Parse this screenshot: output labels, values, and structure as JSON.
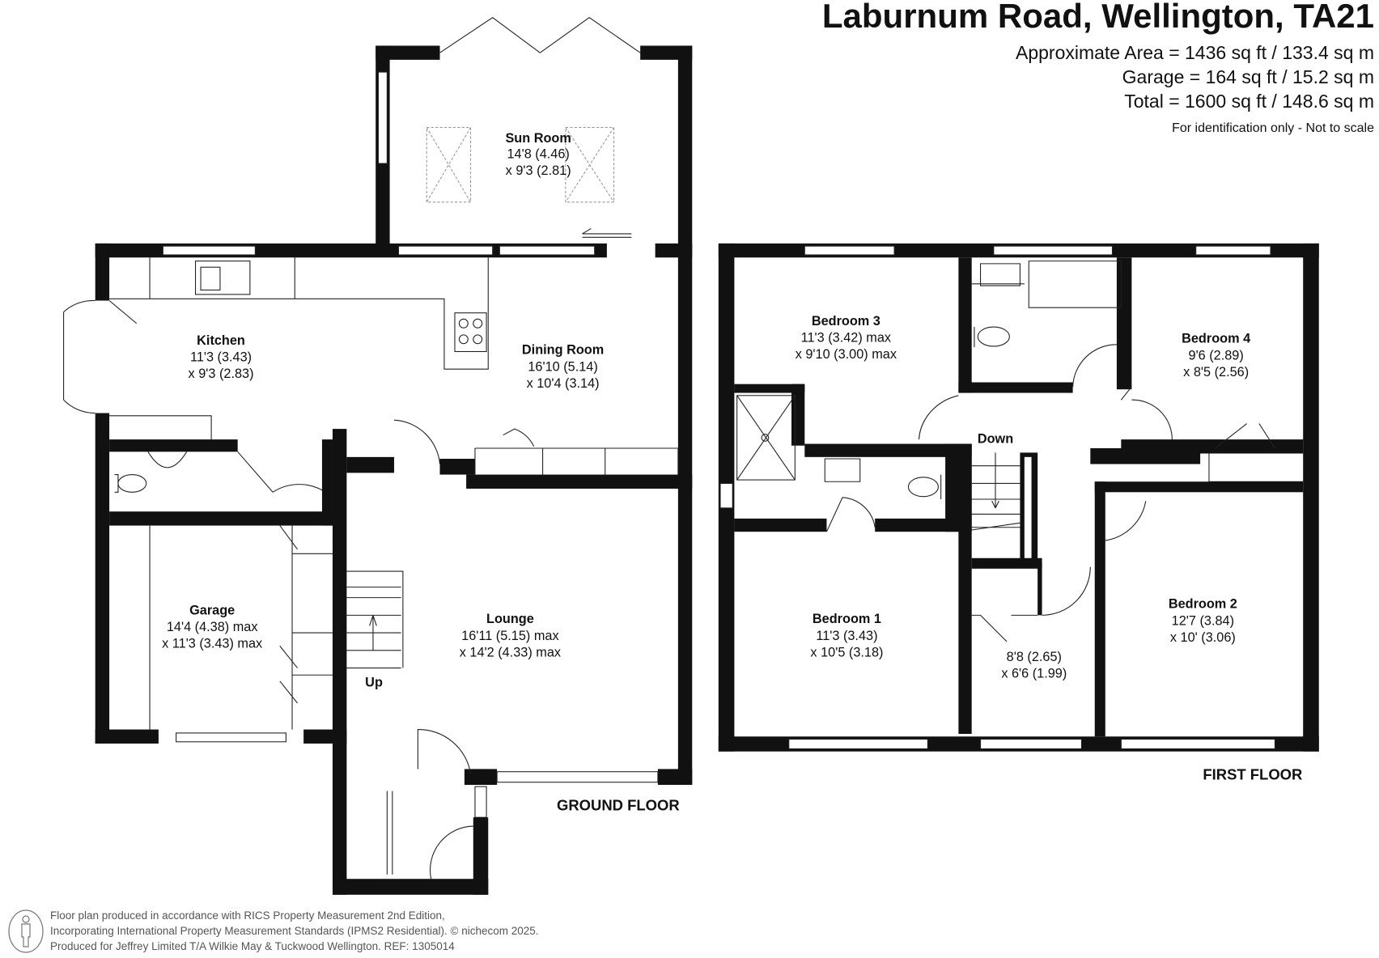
{
  "header": {
    "title": "Laburnum Road, Wellington, TA21",
    "approx_area": "Approximate Area = 1436 sq ft / 133.4 sq m",
    "garage_area": "Garage = 164 sq ft / 15.2 sq m",
    "total_area": "Total = 1600 sq ft / 148.6 sq m",
    "note": "For identification only - Not to scale"
  },
  "ground_floor": {
    "label": "GROUND FLOOR",
    "stairs_label": "Up",
    "rooms": [
      {
        "name": "Sun Room",
        "dim1": "14'8 (4.46)",
        "dim2": "x 9'3 (2.81)"
      },
      {
        "name": "Kitchen",
        "dim1": "11'3 (3.43)",
        "dim2": "x 9'3 (2.83)"
      },
      {
        "name": "Dining Room",
        "dim1": "16'10 (5.14)",
        "dim2": "x 10'4 (3.14)"
      },
      {
        "name": "Garage",
        "dim1": "14'4 (4.38) max",
        "dim2": "x 11'3 (3.43) max"
      },
      {
        "name": "Lounge",
        "dim1": "16'11 (5.15) max",
        "dim2": "x 14'2 (4.33) max"
      }
    ]
  },
  "first_floor": {
    "label": "FIRST FLOOR",
    "stairs_label": "Down",
    "rooms": [
      {
        "name": "Bedroom 3",
        "dim1": "11'3 (3.42) max",
        "dim2": "x 9'10 (3.00) max"
      },
      {
        "name": "Bedroom 4",
        "dim1": "9'6 (2.89)",
        "dim2": "x 8'5 (2.56)"
      },
      {
        "name": "Bedroom 1",
        "dim1": "11'3 (3.43)",
        "dim2": "x 10'5 (3.18)"
      },
      {
        "name": "Bedroom 2",
        "dim1": "12'7 (3.84)",
        "dim2": "x 10' (3.06)"
      },
      {
        "name": "",
        "dim1": "8'8 (2.65)",
        "dim2": "x 6'6 (1.99)"
      }
    ]
  },
  "footer": {
    "line1": "Floor plan produced in accordance with RICS Property Measurement 2nd Edition,",
    "line2": "Incorporating International Property Measurement Standards (IPMS2 Residential).   © nichecom 2025.",
    "line3": "Produced for Jeffrey Limited T/A Wilkie May & Tuckwood Wellington.   REF:  1305014"
  }
}
